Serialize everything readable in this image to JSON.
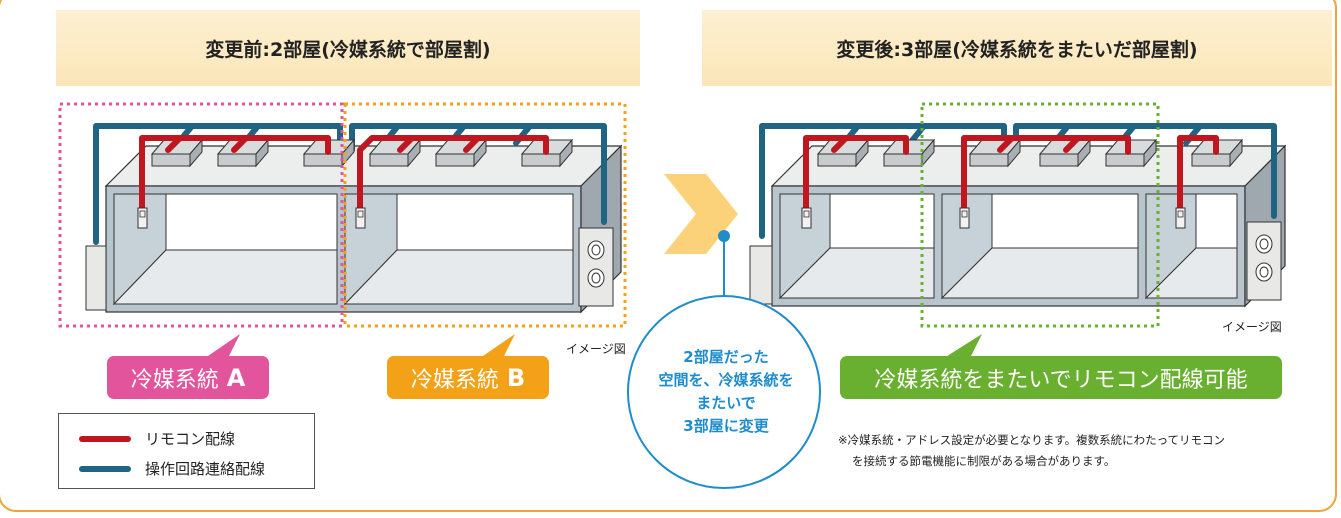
{
  "banner_left": "変更前:2部屋(冷媒系統で部屋割)",
  "banner_right": "変更後:3部屋(冷媒系統をまたいだ部屋割)",
  "label_a": {
    "text": "冷媒系統",
    "letter": "A"
  },
  "label_b": {
    "text": "冷媒系統",
    "letter": "B"
  },
  "label_c": "冷媒系統をまたいでリモコン配線可能",
  "caption_left": "イメージ図",
  "caption_right": "イメージ図",
  "legend": [
    {
      "label": "リモコン配線",
      "color": "#c0161f"
    },
    {
      "label": "操作回路連絡配線",
      "color": "#1f6482"
    }
  ],
  "bubble_lines": [
    "2部屋だった",
    "空間を、冷媒系統を",
    "またいで",
    "3部屋に変更"
  ],
  "note_lines": [
    "※冷媒系統・アドレス設定が必要となります。複数系統にわたってリモコン",
    "を接続する節電機能に制限がある場合があります。"
  ],
  "colors": {
    "remote_wire": "#c0161f",
    "op_wire": "#1f6482",
    "system_a": "#e2549b",
    "system_b": "#f3a117",
    "system_c": "#6ab030",
    "accent": "#1f8ccc",
    "banner": "#fbe9c3"
  },
  "icons": [
    "arrow-right-icon",
    "outdoor-unit-icon",
    "indoor-unit-icon",
    "remote-controller-icon"
  ]
}
